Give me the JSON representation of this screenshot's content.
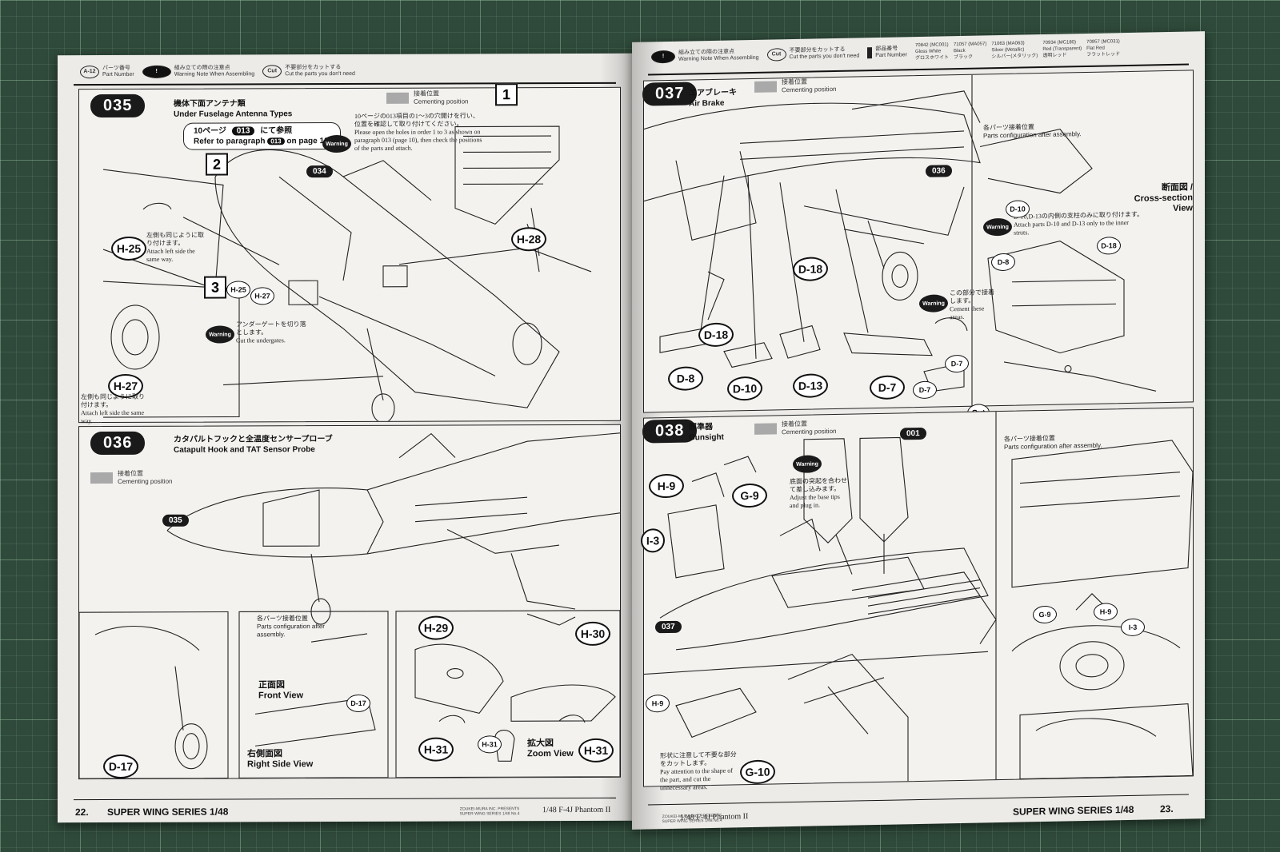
{
  "left_page": {
    "header": {
      "page_ref": "A-12",
      "part_number_jp": "パーツ番号",
      "part_number_en": "Part Number",
      "warning_jp": "組み立ての際の注意点",
      "warning_en": "Warning Note When Assembling",
      "cut_badge": "Cut",
      "cut_jp": "不要部分をカットする",
      "cut_en": "Cut the parts you don't need"
    },
    "step_035": {
      "number": "035",
      "title_jp": "機体下面アンテナ類",
      "title_en": "Under Fuselage Antenna Types",
      "cementing_jp": "接着位置",
      "cementing_en": "Cementing position",
      "ref_jp_pre": "10ページ",
      "ref_step": "013",
      "ref_jp_post": "にて参照",
      "ref_en_pre": "Refer to paragraph",
      "ref_en_post": "on page 10.",
      "warning_badge": "Warning",
      "warning_jp": "10ページの013項目の1～3の穴開けを行い、位置を確認して取り付けてください。",
      "warning_en": "Please open the holes in order 1 to 3 as shown on paragraph 013 (page 10), then check the positions of the parts and attach.",
      "box1": "1",
      "box2": "2",
      "box3": "3",
      "sub_ref": "034",
      "callouts": [
        "H-25",
        "H-27",
        "H-28"
      ],
      "small_callouts": [
        "H-25",
        "H-27"
      ],
      "note_left_jp": "左側も同じように取り付けます。",
      "note_left_en": "Attach left side the same way.",
      "note_cut_jp": "アンダーゲートを切り落とします。",
      "note_cut_en": "Cut the undergates.",
      "note_left2_jp": "左側も同じように取り付けます。",
      "note_left2_en": "Attach left side the same way."
    },
    "step_036": {
      "number": "036",
      "title_jp": "カタパルトフックと全温度センサープローブ",
      "title_en": "Catapult Hook and TAT Sensor Probe",
      "cementing_jp": "接着位置",
      "cementing_en": "Cementing position",
      "sub_ref": "035",
      "parts_config_jp": "各パーツ接着位置",
      "parts_config_en": "Parts configuration after assembly.",
      "front_view_jp": "正面図",
      "front_view_en": "Front View",
      "right_view_jp": "右側面図",
      "right_view_en": "Right Side View",
      "zoom_jp": "拡大図",
      "zoom_en": "Zoom View",
      "callouts": [
        "H-29",
        "H-30",
        "H-31",
        "H-31",
        "D-17",
        "D-17"
      ],
      "small_callout": "H-31"
    },
    "footer": {
      "page_num": "22.",
      "series": "SUPER WING SERIES",
      "scale": "1/48",
      "presents": "ZOUKEI-MURA INC. PRESENTS",
      "presents2": "SUPER WING SERIES 1/48 No.4",
      "title": "1/48  F-4J Phantom II"
    }
  },
  "right_page": {
    "header": {
      "warning_jp": "組み立ての際の注意点",
      "warning_en": "Warning Note When Assembling",
      "cut_badge": "Cut",
      "cut_jp": "不要部分をカットする",
      "cut_en": "Cut the parts you don't need",
      "part_jp": "部品番号",
      "part_en": "Part Number",
      "paints": [
        {
          "code": "70842 (MC001)",
          "name": "Gloss White",
          "jp": "グロスホワイト"
        },
        {
          "code": "71057 (MA057)",
          "name": "Black",
          "jp": "ブラック"
        },
        {
          "code": "71063 (MA063)",
          "name": "Silver (Metallic)",
          "jp": "シルバー(メタリック)"
        },
        {
          "code": "70934 (MC180)",
          "name": "Red (Transparent)",
          "jp": "透明レッド"
        },
        {
          "code": "70957 (MC031)",
          "name": "Flat Red",
          "jp": "フラットレッド"
        }
      ]
    },
    "step_037": {
      "number": "037",
      "title_jp": "エアブレーキ",
      "title_en": "Air Brake",
      "cementing_jp": "接着位置",
      "cementing_en": "Cementing position",
      "sub_ref": "036",
      "parts_config_jp": "各パーツ接着位置",
      "parts_config_en": "Parts configuration after assembly.",
      "cross_jp": "断面図 /",
      "cross_en": "Cross-section View",
      "warning_badge": "Warning",
      "warning_jp": "D-10,D-13の内側の支柱のみに取り付けます。",
      "warning_en": "Attach parts D-10 and D-13 only to the inner struts.",
      "warning2_jp": "この部分で接着します。",
      "warning2_en": "Cement these areas.",
      "callouts": [
        "D-18",
        "D-18",
        "D-8",
        "D-10",
        "D-13",
        "D-7"
      ],
      "small_callouts": [
        "D-10",
        "D-8",
        "D-18",
        "D-7",
        "D-7"
      ],
      "cut_badge": "Cut"
    },
    "step_038": {
      "number": "038",
      "title_jp": "照準器",
      "title_en": "Gunsight",
      "cementing_jp": "接着位置",
      "cementing_en": "Cementing position",
      "sub_ref_a": "001",
      "sub_ref_b": "037",
      "parts_config_jp": "各パーツ接着位置",
      "parts_config_en": "Parts configuration after assembly.",
      "warning_badge": "Warning",
      "warning_jp": "底面の突起を合わせて差し込みます。",
      "warning_en": "Adjust the base tips and plug in.",
      "attention_jp": "形状に注意して不要な部分をカットします。",
      "attention_en": "Pay attention to the shape of the part, and cut the unnecessary areas.",
      "callouts": [
        "H-9",
        "G-9",
        "I-3",
        "G-10"
      ],
      "small_callouts": [
        "G-9",
        "H-9",
        "I-3",
        "H-9"
      ]
    },
    "footer": {
      "page_num": "23.",
      "series": "SUPER WING SERIES",
      "scale": "1/48",
      "title": "1/48  F-4J Phantom II",
      "small_left": "ZOUKEI-MURA INC. PRESENTS",
      "small_left2": "SUPER WING SERIES 1/48 No.4"
    }
  }
}
